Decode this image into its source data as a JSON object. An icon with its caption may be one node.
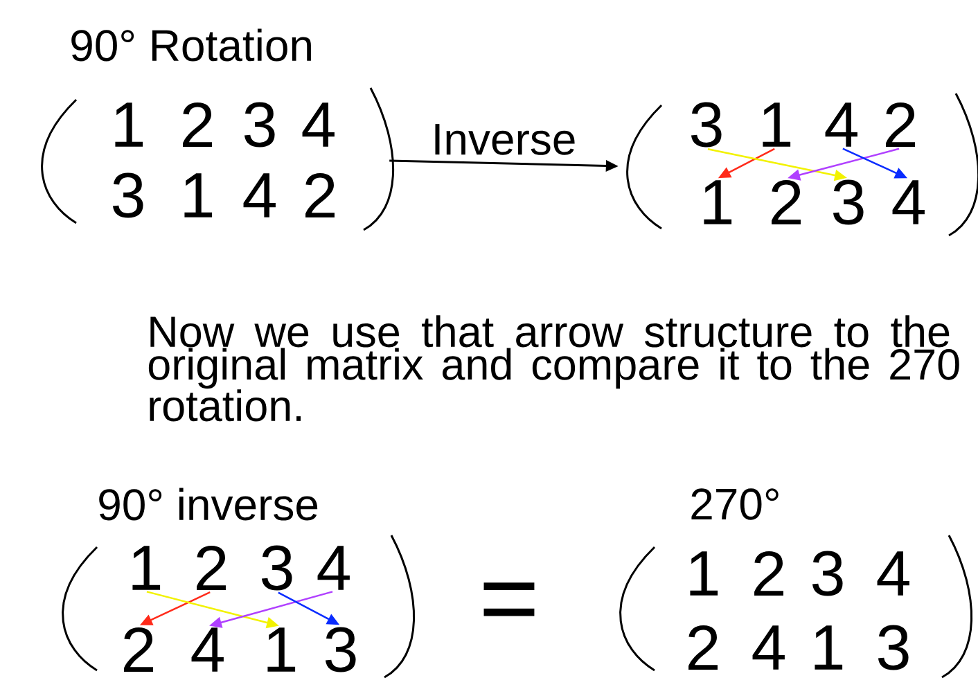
{
  "diagram": {
    "nodes": [
      {
        "text": [
          "90° Rotation"
        ]
      },
      {
        "text": [
          "1"
        ],
        "in": 0
      },
      {
        "text": [
          "2"
        ],
        "in": 0
      },
      {
        "text": [
          "3"
        ],
        "in": 0
      },
      {
        "text": [
          "4"
        ],
        "in": 0
      },
      {
        "text": [
          "3"
        ],
        "in": 0
      },
      {
        "text": [
          "1"
        ],
        "in": 0
      },
      {
        "text": [
          "4"
        ],
        "in": 0
      },
      {
        "text": [
          "2"
        ],
        "in": 0
      },
      {
        "text": [],
        "shape": "matrix"
      },
      {
        "text": [
          "3"
        ],
        "in": 9
      },
      {
        "text": [
          "1"
        ],
        "in": 9
      },
      {
        "text": [
          "4"
        ],
        "in": 9
      },
      {
        "text": [
          "2"
        ],
        "in": 9
      },
      {
        "text": [
          "1"
        ],
        "in": 9
      },
      {
        "text": [
          "2"
        ],
        "in": 9
      },
      {
        "text": [
          "3"
        ],
        "in": 9
      },
      {
        "text": [
          "4"
        ],
        "in": 9
      },
      {
        "text": [
          "90° inverse"
        ]
      },
      {
        "text": [
          "1"
        ],
        "in": 18
      },
      {
        "text": [
          "2"
        ],
        "in": 18
      },
      {
        "text": [
          "3"
        ],
        "in": 18
      },
      {
        "text": [
          "4"
        ],
        "in": 18
      },
      {
        "text": [
          "2"
        ],
        "in": 18
      },
      {
        "text": [
          "4"
        ],
        "in": 18
      },
      {
        "text": [
          "1"
        ],
        "in": 18
      },
      {
        "text": [
          "3"
        ],
        "in": 18
      },
      {
        "text": [
          "270°"
        ]
      },
      {
        "text": [
          "1"
        ],
        "in": 27
      },
      {
        "text": [
          "2"
        ],
        "in": 27
      },
      {
        "text": [
          "3"
        ],
        "in": 27
      },
      {
        "text": [
          "4"
        ],
        "in": 27
      },
      {
        "text": [
          "2"
        ],
        "in": 27
      },
      {
        "text": [
          "4"
        ],
        "in": 27
      },
      {
        "text": [
          "1"
        ],
        "in": 27
      },
      {
        "text": [
          "3"
        ],
        "in": 27
      }
    ],
    "edges": [
      {
        "from": 0,
        "to": 9,
        "arrow": "to",
        "label": "Inverse",
        "color": "#000000"
      },
      {
        "from": 11,
        "to": 14,
        "arrow": "to",
        "color": "#ff2a1a"
      },
      {
        "from": 10,
        "to": 16,
        "arrow": "to",
        "color": "#f2f200"
      },
      {
        "from": 13,
        "to": 15,
        "arrow": "to",
        "color": "#b040ff"
      },
      {
        "from": 12,
        "to": 17,
        "arrow": "to",
        "color": "#0a2cff"
      },
      {
        "from": 20,
        "to": 23,
        "arrow": "to",
        "color": "#ff2a1a"
      },
      {
        "from": 19,
        "to": 25,
        "arrow": "to",
        "color": "#f2f200"
      },
      {
        "from": 22,
        "to": 24,
        "arrow": "to",
        "color": "#b040ff"
      },
      {
        "from": 21,
        "to": 26,
        "arrow": "to",
        "color": "#0a2cff"
      }
    ],
    "labels": [
      "Now we use that arrow structure to the original matrix and compare it to the 270 rotation.",
      "="
    ]
  }
}
